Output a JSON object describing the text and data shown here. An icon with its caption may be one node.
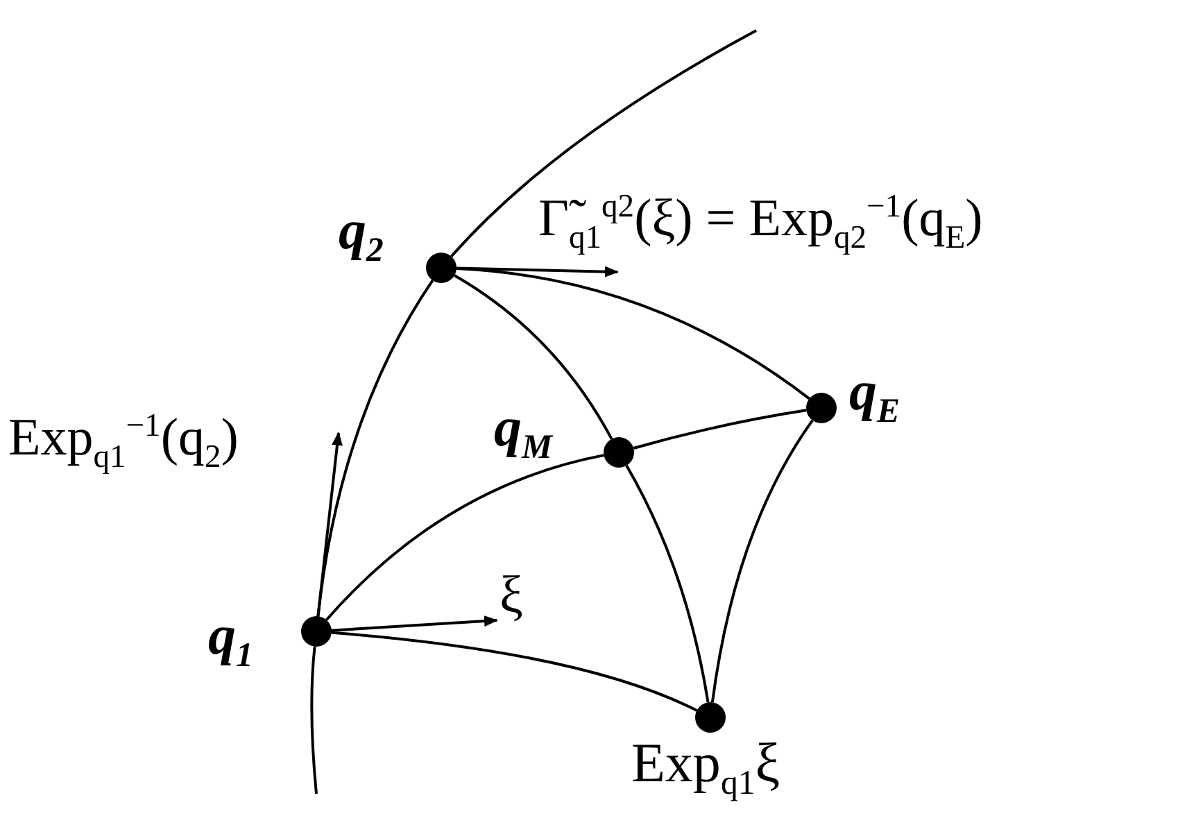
{
  "diagram": {
    "nodes": [
      {
        "text": [
          "q$_{2}$"
        ]
      },
      {
        "text": [
          "q$_{E}$"
        ]
      },
      {
        "text": [
          "q$_{M}$"
        ]
      },
      {
        "text": [
          "q$_{1}$"
        ]
      },
      {
        "text": [
          "Exp$_{q1}$ξ"
        ]
      }
    ],
    "edges": [
      {
        "from": 3,
        "to": 0,
        "arrow": "none"
      },
      {
        "from": 0,
        "to": 1,
        "arrow": "none"
      },
      {
        "from": 0,
        "to": 2,
        "arrow": "none"
      },
      {
        "from": 3,
        "to": 2,
        "arrow": "none"
      },
      {
        "from": 2,
        "to": 1,
        "arrow": "none"
      },
      {
        "from": 3,
        "to": 4,
        "arrow": "none"
      },
      {
        "from": 2,
        "to": 4,
        "arrow": "none"
      },
      {
        "from": 1,
        "to": 4,
        "arrow": "none"
      },
      {
        "from": null,
        "to": 0,
        "arrow": "none"
      },
      {
        "from": 3,
        "to": null,
        "arrow": "none"
      }
    ],
    "labels": [
      "Γ̃$_{q1}$$^{q2}$(ξ) = Exp$_{q2}$$^{−1}$(q$_{E}$)",
      "Exp$_{q1}$$^{−1}$(q$_{2}$)",
      "ξ"
    ]
  }
}
